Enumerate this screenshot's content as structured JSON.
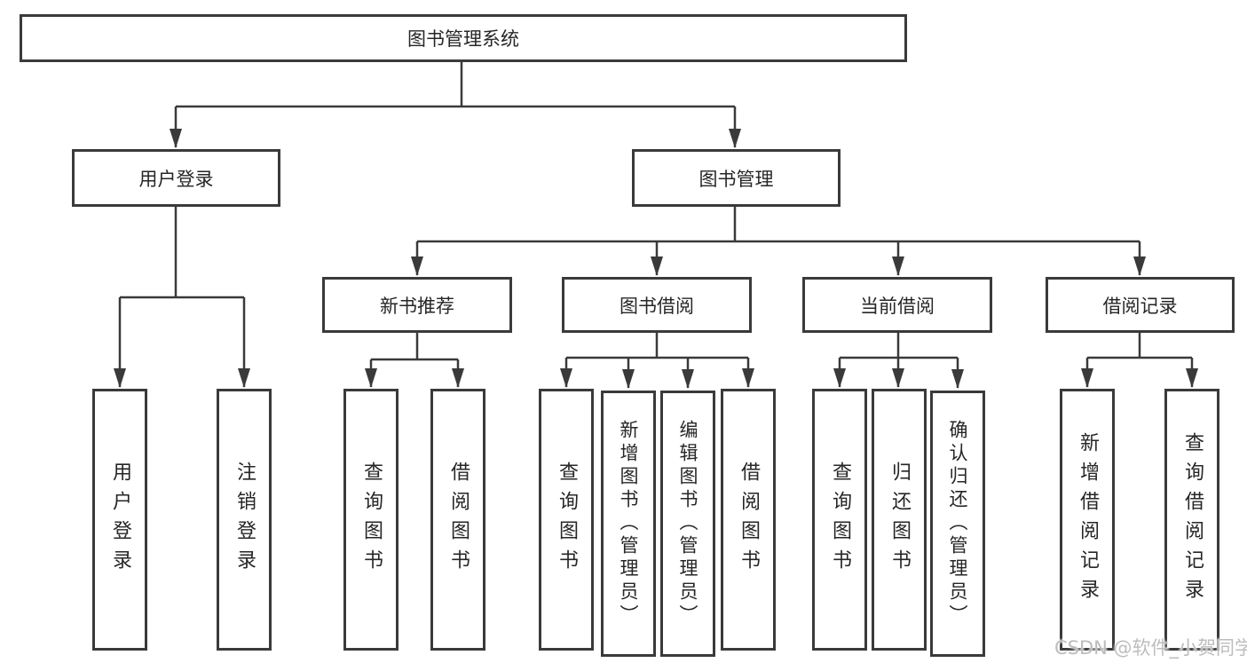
{
  "tree": {
    "root": {
      "label": "图书管理系统"
    },
    "branches": [
      {
        "label": "用户登录",
        "leaves": [
          {
            "label": "用户登录"
          },
          {
            "label": "注销登录"
          }
        ]
      },
      {
        "label": "图书管理",
        "sections": [
          {
            "label": "新书推荐",
            "leaves": [
              {
                "label": "查询图书"
              },
              {
                "label": "借阅图书"
              }
            ]
          },
          {
            "label": "图书借阅",
            "leaves": [
              {
                "label": "查询图书"
              },
              {
                "label": "新增图书（管理员）"
              },
              {
                "label": "编辑图书（管理员）"
              },
              {
                "label": "借阅图书"
              }
            ]
          },
          {
            "label": "当前借阅",
            "leaves": [
              {
                "label": "查询图书"
              },
              {
                "label": "归还图书"
              },
              {
                "label": "确认归还（管理员）"
              }
            ]
          },
          {
            "label": "借阅记录",
            "leaves": [
              {
                "label": "新增借阅记录"
              },
              {
                "label": "查询借阅记录"
              }
            ]
          }
        ]
      }
    ]
  },
  "watermark": {
    "text": "CSDN @软件_小贺同学"
  },
  "colors": {
    "line": "#3a3a3a",
    "box_border": "#3a3a3a",
    "text": "#262626",
    "background": "#ffffff",
    "watermark": "#bdbdbd"
  }
}
